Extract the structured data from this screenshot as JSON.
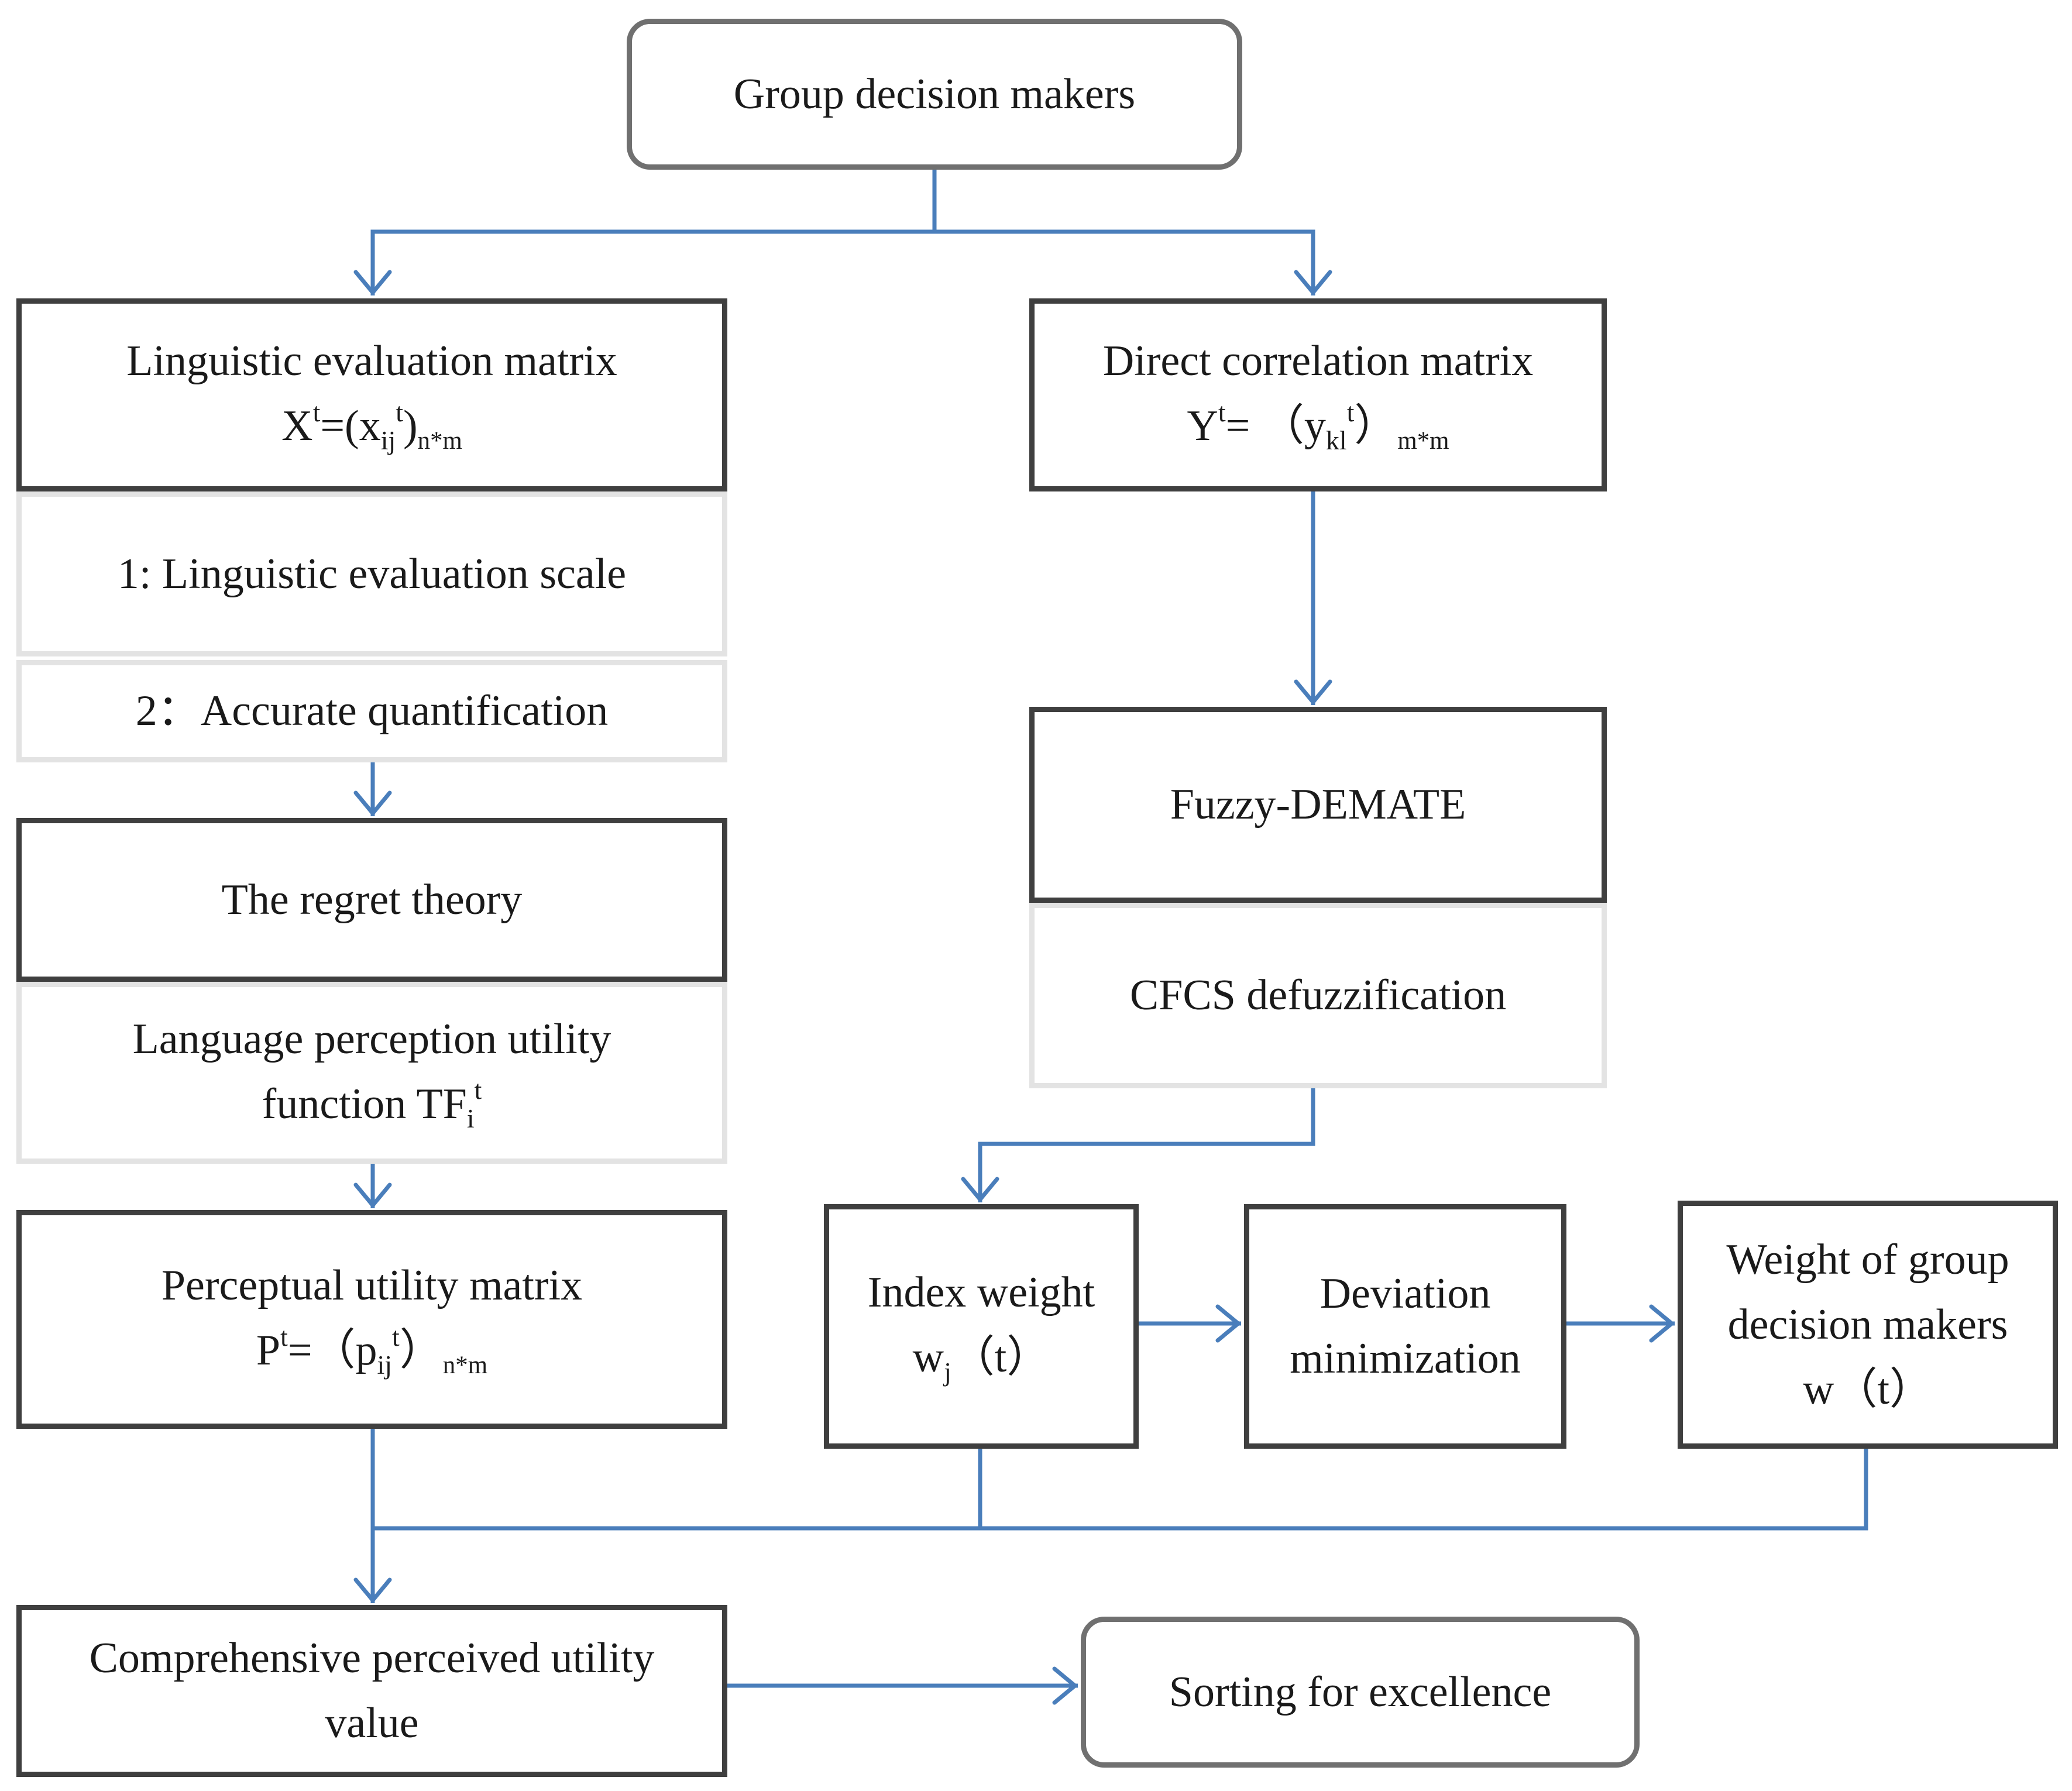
{
  "nodes": {
    "group_decision_makers": {
      "text": "Group decision makers"
    },
    "linguistic_matrix": {
      "title": "Linguistic evaluation matrix",
      "formula": {
        "lhs": "X",
        "lhs_sup": "t",
        "eq": "=(",
        "var": "x",
        "sub": "ij",
        "var_sup": "t",
        "close": ")",
        "dim": "n*m"
      }
    },
    "linguistic_scale": {
      "text": "1: Linguistic evaluation scale"
    },
    "accurate_quantification": {
      "text": "2：Accurate quantification"
    },
    "regret_theory": {
      "text": "The regret theory"
    },
    "language_perception": {
      "line1": "Language perception utility",
      "line2": "function TF",
      "sub": "i",
      "sup": "t"
    },
    "perceptual_matrix": {
      "title": "Perceptual utility matrix",
      "formula": {
        "lhs": "P",
        "lhs_sup": "t",
        "eq": "=（",
        "var": "p",
        "sub": "ij",
        "var_sup": "t",
        "close": "）",
        "dim": "n*m"
      }
    },
    "comprehensive_value": {
      "line1": "Comprehensive perceived utility",
      "line2": "value"
    },
    "sorting": {
      "text": "Sorting for excellence"
    },
    "direct_correlation": {
      "title": "Direct correlation matrix",
      "formula": {
        "lhs": "Y",
        "lhs_sup": "t",
        "eq": "= （",
        "var": "y",
        "sub": "kl",
        "var_sup": "t",
        "close": "）",
        "dim": "m*m"
      }
    },
    "fuzzy_demate": {
      "text": "Fuzzy-DEMATE"
    },
    "cfcs": {
      "text": "CFCS defuzzification"
    },
    "index_weight": {
      "line1": "Index weight",
      "var": "w",
      "sub": "j",
      "arg": "（t）"
    },
    "deviation": {
      "line1": "Deviation",
      "line2": "minimization"
    },
    "group_weight": {
      "line1": "Weight of group",
      "line2": "decision makers",
      "line3": "w（t）"
    }
  },
  "colors": {
    "connector": "#4a7ebb",
    "dark_border": "#3f3f3f",
    "light_border": "#e3e3e3",
    "rounded_border": "#707070"
  }
}
